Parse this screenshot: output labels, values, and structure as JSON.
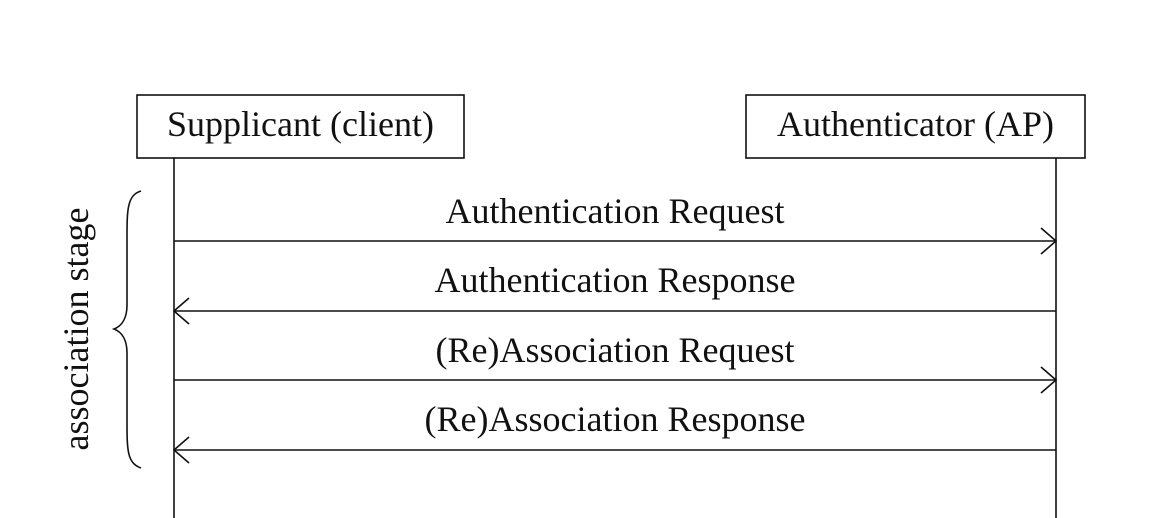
{
  "participants": {
    "client": "Supplicant (client)",
    "ap": "Authenticator (AP)"
  },
  "stage_label": "association stage",
  "messages": [
    {
      "label": "Authentication Request",
      "direction": "right"
    },
    {
      "label": "Authentication Response",
      "direction": "left"
    },
    {
      "label": "(Re)Association Request",
      "direction": "right"
    },
    {
      "label": "(Re)Association Response",
      "direction": "left"
    }
  ],
  "colors": {
    "ink": "#111111",
    "background": "#ffffff"
  }
}
